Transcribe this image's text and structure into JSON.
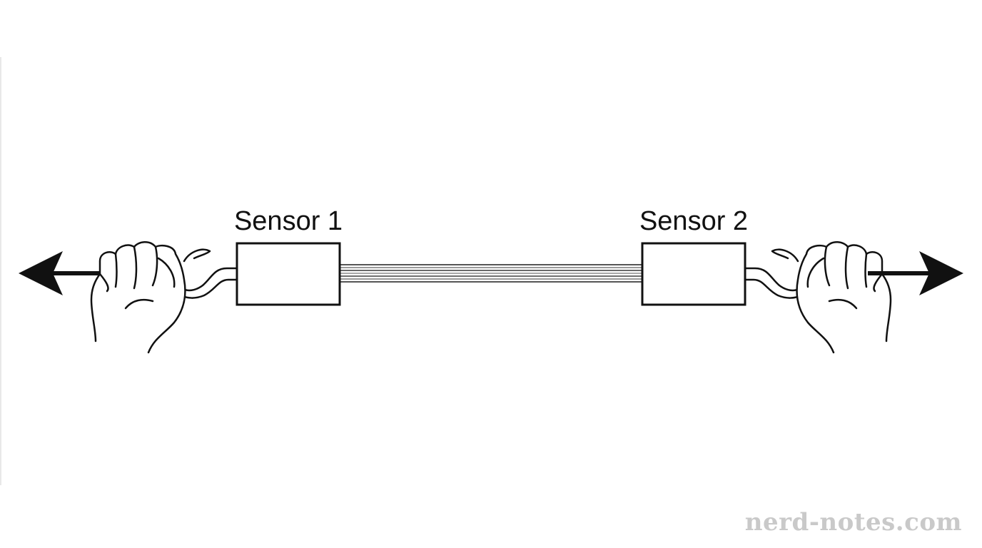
{
  "diagram": {
    "sensors": [
      {
        "id": "sensor-1",
        "label": "Sensor 1"
      },
      {
        "id": "sensor-2",
        "label": "Sensor 2"
      }
    ],
    "watermark": "nerd-notes.com",
    "colors": {
      "ink": "#111111",
      "cable": "#888888",
      "watermark": "#c9c9c9",
      "background": "#ffffff"
    },
    "icons": [
      "left-arrow-icon",
      "left-hand-icon",
      "right-hand-icon",
      "right-arrow-icon"
    ]
  }
}
